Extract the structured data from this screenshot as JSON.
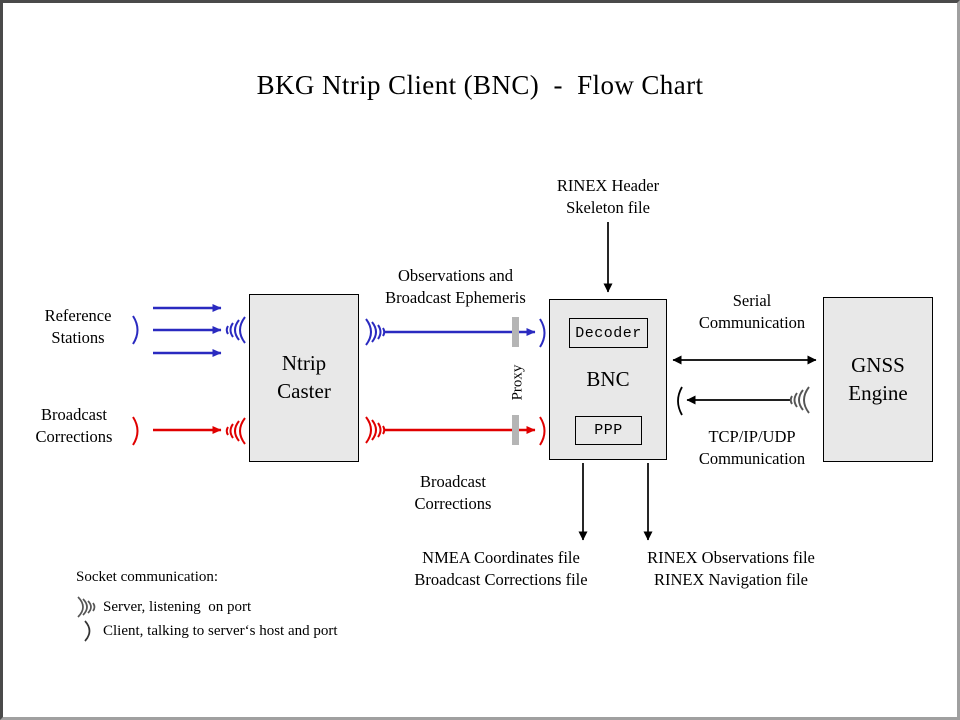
{
  "title": "BKG Ntrip Client (BNC)  -  Flow Chart",
  "nodes": {
    "caster": {
      "line1": "Ntrip",
      "line2": "Caster"
    },
    "bnc": {
      "label": "BNC",
      "decoder": "Decoder",
      "ppp": "PPP"
    },
    "gnss": {
      "line1": "GNSS",
      "line2": "Engine"
    }
  },
  "labels": {
    "reference_stations_l1": "Reference",
    "reference_stations_l2": "Stations",
    "broadcast_corrections_left_l1": "Broadcast",
    "broadcast_corrections_left_l2": "Corrections",
    "observations_l1": "Observations and",
    "observations_l2": "Broadcast Ephemeris",
    "broadcast_corrections_mid_l1": "Broadcast",
    "broadcast_corrections_mid_l2": "Corrections",
    "proxy": "Proxy",
    "rinex_header_l1": "RINEX Header",
    "rinex_header_l2": "Skeleton file",
    "serial_l1": "Serial",
    "serial_l2": "Communication",
    "tcpip_l1": "TCP/IP/UDP",
    "tcpip_l2": "Communication",
    "out_left_l1": "NMEA Coordinates file",
    "out_left_l2": "Broadcast Corrections file",
    "out_right_l1": "RINEX Observations file",
    "out_right_l2": "RINEX Navigation file"
  },
  "legend": {
    "title": "Socket communication:",
    "server": "Server, listening  on port",
    "client": "Client, talking to server‘s host and port"
  },
  "colors": {
    "blue": "#2a2ac0",
    "red": "#e00000",
    "box_fill": "#e8e8e8",
    "box_stroke": "#000000",
    "proxy_bar": "#b5b5b5",
    "frame_dark": "#4a4a4a",
    "frame_light": "#a0a0a0",
    "canvas": "#ffffff"
  }
}
